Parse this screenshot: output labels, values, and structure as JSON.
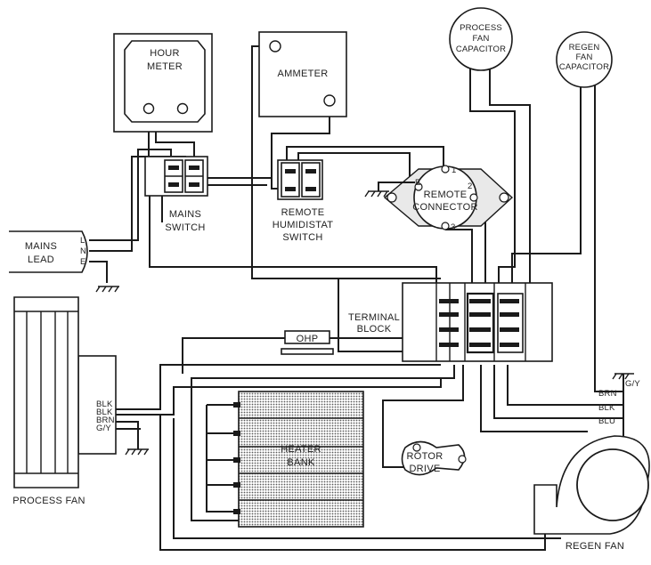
{
  "diagram": {
    "labels": {
      "hour_meter": [
        "HOUR",
        "METER"
      ],
      "ammeter": "AMMETER",
      "process_fan_capacitor": [
        "PROCESS",
        "FAN",
        "CAPACITOR"
      ],
      "regen_fan_capacitor": [
        "REGEN",
        "FAN",
        "CAPACITOR"
      ],
      "mains_switch": [
        "MAINS",
        "SWITCH"
      ],
      "remote_humidistat_switch": [
        "REMOTE",
        "HUMIDISTAT",
        "SWITCH"
      ],
      "remote_connector": [
        "REMOTE",
        "CONNECTOR"
      ],
      "remote_connector_pins": [
        "E",
        "1",
        "2",
        "3"
      ],
      "mains_lead": [
        "MAINS",
        "LEAD"
      ],
      "mains_lead_pins": [
        "L",
        "N",
        "E"
      ],
      "terminal_block": [
        "TERMINAL",
        "BLOCK"
      ],
      "ohp": "OHP",
      "heater_bank": [
        "HEATER",
        "BANK"
      ],
      "rotor_drive": [
        "ROTOR",
        "DRIVE"
      ],
      "process_fan": "PROCESS FAN",
      "process_fan_wires": [
        "BLK",
        "BLK",
        "BRN",
        "G/Y"
      ],
      "regen_fan": "REGEN FAN",
      "regen_fan_wires": [
        "BRN",
        "BLK",
        "BLU"
      ],
      "regen_ground": "G/Y"
    },
    "colors": {
      "line": "#1a1a1a",
      "heater_fill": "#d6d6d6",
      "connector_plate": "#e9e9e9",
      "background": "#ffffff"
    }
  }
}
